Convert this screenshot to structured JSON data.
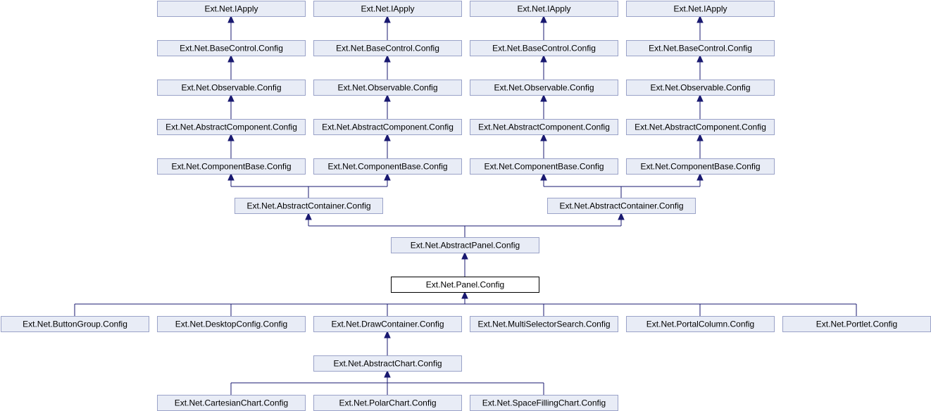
{
  "diagram": {
    "type": "class-inheritance",
    "nodes": [
      {
        "id": "iapply-1",
        "label": "Ext.Net.IApply"
      },
      {
        "id": "iapply-2",
        "label": "Ext.Net.IApply"
      },
      {
        "id": "iapply-3",
        "label": "Ext.Net.IApply"
      },
      {
        "id": "iapply-4",
        "label": "Ext.Net.IApply"
      },
      {
        "id": "basecontrol-1",
        "label": "Ext.Net.BaseControl.Config"
      },
      {
        "id": "basecontrol-2",
        "label": "Ext.Net.BaseControl.Config"
      },
      {
        "id": "basecontrol-3",
        "label": "Ext.Net.BaseControl.Config"
      },
      {
        "id": "basecontrol-4",
        "label": "Ext.Net.BaseControl.Config"
      },
      {
        "id": "observable-1",
        "label": "Ext.Net.Observable.Config"
      },
      {
        "id": "observable-2",
        "label": "Ext.Net.Observable.Config"
      },
      {
        "id": "observable-3",
        "label": "Ext.Net.Observable.Config"
      },
      {
        "id": "observable-4",
        "label": "Ext.Net.Observable.Config"
      },
      {
        "id": "abstractcomponent-1",
        "label": "Ext.Net.AbstractComponent.Config"
      },
      {
        "id": "abstractcomponent-2",
        "label": "Ext.Net.AbstractComponent.Config"
      },
      {
        "id": "abstractcomponent-3",
        "label": "Ext.Net.AbstractComponent.Config"
      },
      {
        "id": "abstractcomponent-4",
        "label": "Ext.Net.AbstractComponent.Config"
      },
      {
        "id": "componentbase-1",
        "label": "Ext.Net.ComponentBase.Config"
      },
      {
        "id": "componentbase-2",
        "label": "Ext.Net.ComponentBase.Config"
      },
      {
        "id": "componentbase-3",
        "label": "Ext.Net.ComponentBase.Config"
      },
      {
        "id": "componentbase-4",
        "label": "Ext.Net.ComponentBase.Config"
      },
      {
        "id": "abstractcontainer-1",
        "label": "Ext.Net.AbstractContainer.Config"
      },
      {
        "id": "abstractcontainer-2",
        "label": "Ext.Net.AbstractContainer.Config"
      },
      {
        "id": "abstractpanel",
        "label": "Ext.Net.AbstractPanel.Config"
      },
      {
        "id": "panel",
        "label": "Ext.Net.Panel.Config",
        "current": true
      },
      {
        "id": "buttongroup",
        "label": "Ext.Net.ButtonGroup.Config"
      },
      {
        "id": "desktopconfig",
        "label": "Ext.Net.DesktopConfig.Config"
      },
      {
        "id": "drawcontainer",
        "label": "Ext.Net.DrawContainer.Config"
      },
      {
        "id": "multiselectorsearch",
        "label": "Ext.Net.MultiSelectorSearch.Config"
      },
      {
        "id": "portalcolumn",
        "label": "Ext.Net.PortalColumn.Config"
      },
      {
        "id": "portlet",
        "label": "Ext.Net.Portlet.Config"
      },
      {
        "id": "abstractchart",
        "label": "Ext.Net.AbstractChart.Config"
      },
      {
        "id": "cartesianchart",
        "label": "Ext.Net.CartesianChart.Config"
      },
      {
        "id": "polarchart",
        "label": "Ext.Net.PolarChart.Config"
      },
      {
        "id": "spacefillingchart",
        "label": "Ext.Net.SpaceFillingChart.Config"
      }
    ],
    "edges": [
      {
        "child": "basecontrol-1",
        "parent": "iapply-1"
      },
      {
        "child": "basecontrol-2",
        "parent": "iapply-2"
      },
      {
        "child": "basecontrol-3",
        "parent": "iapply-3"
      },
      {
        "child": "basecontrol-4",
        "parent": "iapply-4"
      },
      {
        "child": "observable-1",
        "parent": "basecontrol-1"
      },
      {
        "child": "observable-2",
        "parent": "basecontrol-2"
      },
      {
        "child": "observable-3",
        "parent": "basecontrol-3"
      },
      {
        "child": "observable-4",
        "parent": "basecontrol-4"
      },
      {
        "child": "abstractcomponent-1",
        "parent": "observable-1"
      },
      {
        "child": "abstractcomponent-2",
        "parent": "observable-2"
      },
      {
        "child": "abstractcomponent-3",
        "parent": "observable-3"
      },
      {
        "child": "abstractcomponent-4",
        "parent": "observable-4"
      },
      {
        "child": "componentbase-1",
        "parent": "abstractcomponent-1"
      },
      {
        "child": "componentbase-2",
        "parent": "abstractcomponent-2"
      },
      {
        "child": "componentbase-3",
        "parent": "abstractcomponent-3"
      },
      {
        "child": "componentbase-4",
        "parent": "abstractcomponent-4"
      },
      {
        "child": "abstractcontainer-1",
        "parent": "componentbase-1"
      },
      {
        "child": "abstractcontainer-1",
        "parent": "componentbase-2"
      },
      {
        "child": "abstractcontainer-2",
        "parent": "componentbase-3"
      },
      {
        "child": "abstractcontainer-2",
        "parent": "componentbase-4"
      },
      {
        "child": "abstractpanel",
        "parent": "abstractcontainer-1"
      },
      {
        "child": "abstractpanel",
        "parent": "abstractcontainer-2"
      },
      {
        "child": "panel",
        "parent": "abstractpanel"
      },
      {
        "child": "buttongroup",
        "parent": "panel"
      },
      {
        "child": "desktopconfig",
        "parent": "panel"
      },
      {
        "child": "drawcontainer",
        "parent": "panel"
      },
      {
        "child": "multiselectorsearch",
        "parent": "panel"
      },
      {
        "child": "portalcolumn",
        "parent": "panel"
      },
      {
        "child": "portlet",
        "parent": "panel"
      },
      {
        "child": "abstractchart",
        "parent": "drawcontainer"
      },
      {
        "child": "cartesianchart",
        "parent": "abstractchart"
      },
      {
        "child": "polarchart",
        "parent": "abstractchart"
      },
      {
        "child": "spacefillingchart",
        "parent": "abstractchart"
      }
    ]
  }
}
